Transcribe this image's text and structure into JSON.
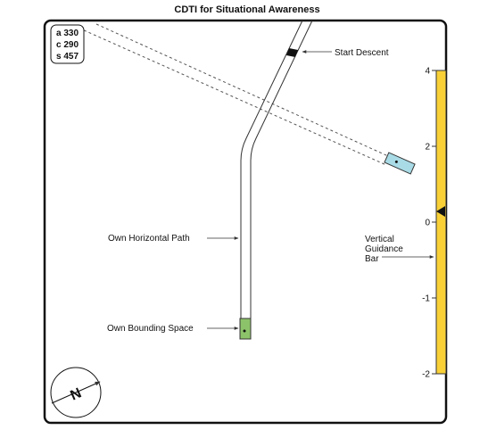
{
  "title": "CDTI for Situational Awareness",
  "readout": {
    "a": "a 330",
    "c": "c 290",
    "s": "s 457"
  },
  "labels": {
    "start_descent": "Start Descent",
    "own_path": "Own Horizontal Path",
    "own_bounding": "Own Bounding Space",
    "vgb_line1": "Vertical",
    "vgb_line2": "Guidance",
    "vgb_line3": "Bar"
  },
  "scale": {
    "ticks": [
      "4",
      "2",
      "0",
      "-1",
      "-2"
    ],
    "current_value": 0.15
  },
  "compass": {
    "letter": "N"
  },
  "colors": {
    "guidance_bar": "#f9d137",
    "own_bounding": "#8cc36a",
    "traffic": "#a8dbe6",
    "border": "#111111"
  }
}
